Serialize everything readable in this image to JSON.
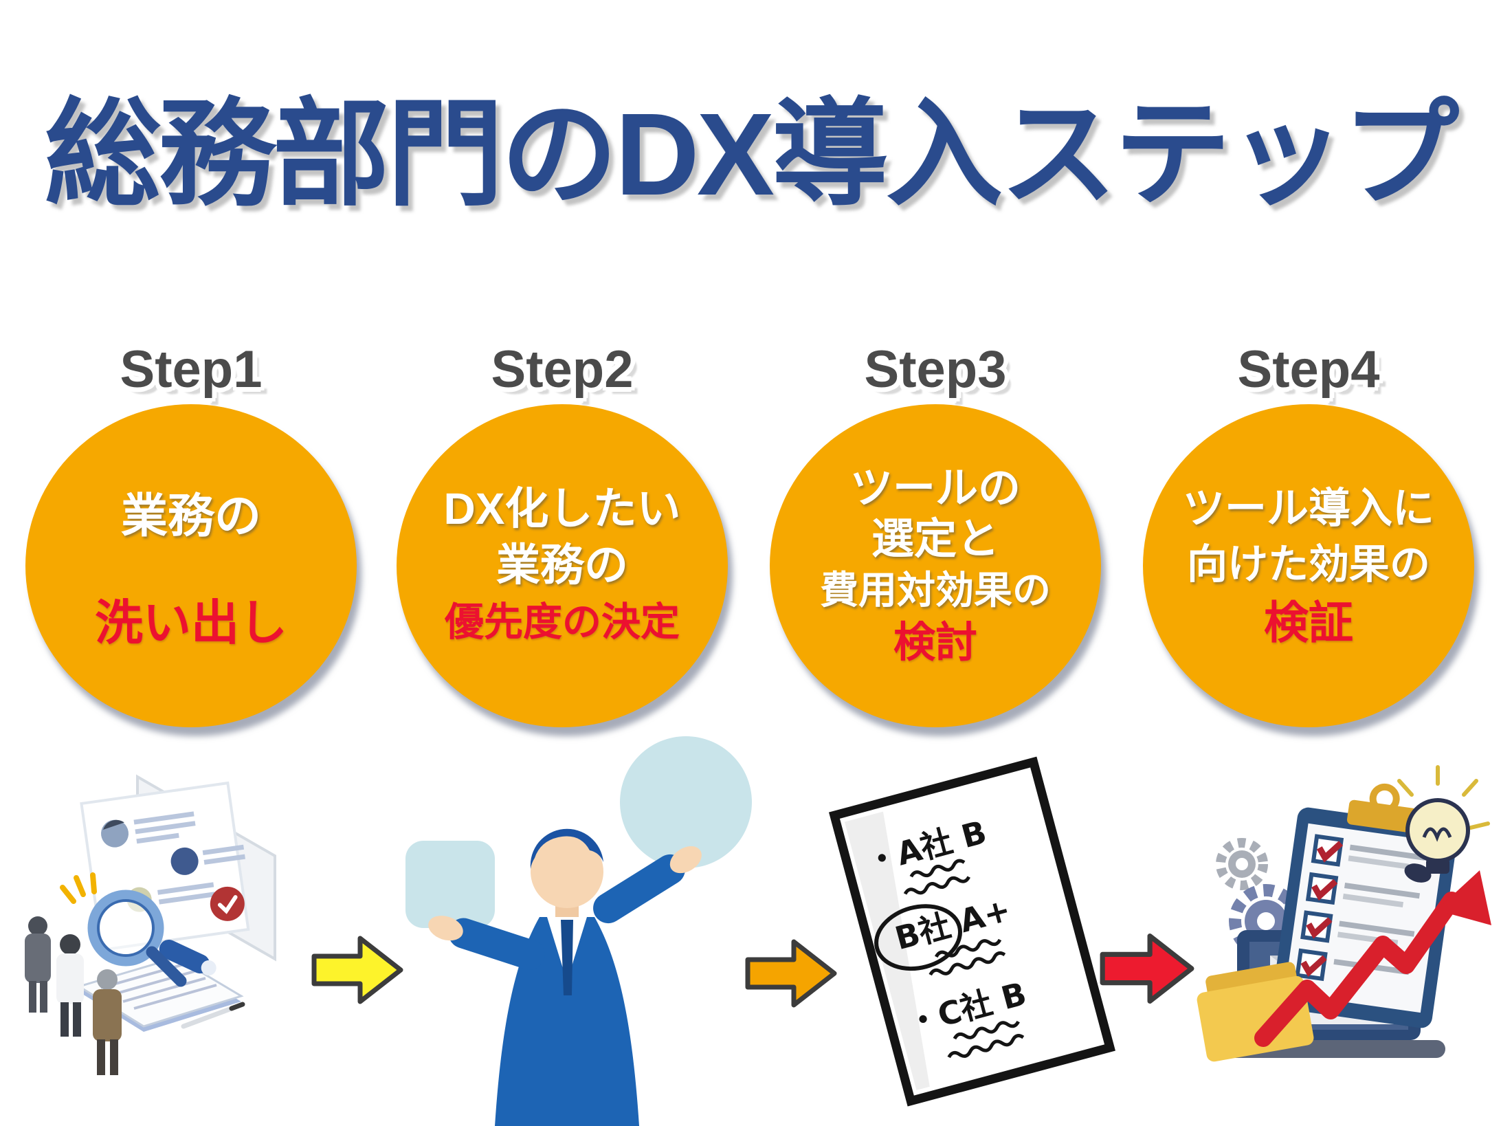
{
  "title": "総務部門のDX導入ステップ",
  "colors": {
    "title_blue": "#2a4b8d",
    "step_gray": "#4b4b4b",
    "circle_orange": "#f6a800",
    "accent_red": "#ec1130",
    "arrow_yellow": "#fdf32b",
    "arrow_orange": "#f5a400",
    "arrow_red": "#ed1b2f",
    "light_blue": "#c9e4ea"
  },
  "steps": [
    {
      "label": "Step1",
      "circle_lines": [
        {
          "text": "業務の",
          "style": "white"
        },
        {
          "text": "洗い出し",
          "style": "red"
        }
      ]
    },
    {
      "label": "Step2",
      "circle_lines": [
        {
          "text": "DX化したい",
          "style": "white"
        },
        {
          "text": "業務の",
          "style": "white"
        },
        {
          "text": "優先度の決定",
          "style": "red"
        }
      ]
    },
    {
      "label": "Step3",
      "circle_lines": [
        {
          "text": "ツールの",
          "style": "white"
        },
        {
          "text": "選定と",
          "style": "white"
        },
        {
          "text": "費用対効果の",
          "style": "white"
        },
        {
          "text": "検討",
          "style": "red"
        }
      ]
    },
    {
      "label": "Step4",
      "circle_lines": [
        {
          "text": "ツール導入に",
          "style": "white"
        },
        {
          "text": "向けた効果の",
          "style": "white"
        },
        {
          "text": "検証",
          "style": "red"
        }
      ]
    }
  ],
  "evaluation_sheet_lines": [
    "・A社  B",
    "B社  A+",
    "・C社  B"
  ]
}
